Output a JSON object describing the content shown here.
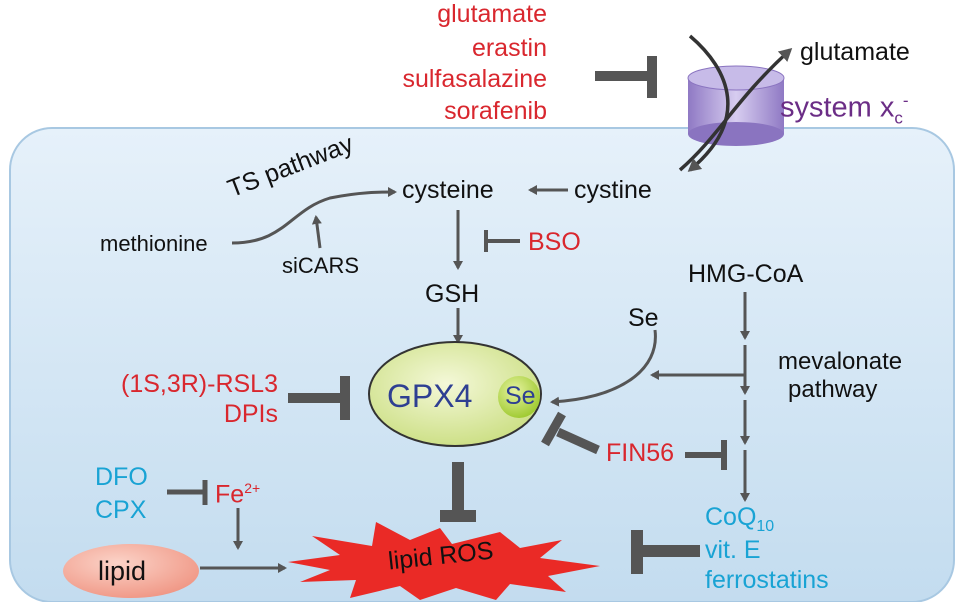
{
  "colors": {
    "inhibitor": "#d9272e",
    "protector": "#19a3d4",
    "text": "#111111",
    "transporter": "#6b2d86",
    "cell": "#cfe4f4",
    "arrow": "#555555"
  },
  "transporter": {
    "inhibitors": [
      "glutamate",
      "erastin",
      "sulfasalazine",
      "sorafenib"
    ],
    "export": "glutamate",
    "name": "system x",
    "sub": "c",
    "sup": "-"
  },
  "nodes": {
    "cysteine": "cysteine",
    "cystine": "cystine",
    "ts_pathway": "TS pathway",
    "methionine": "methionine",
    "sicars": "siCARS",
    "bso": "BSO",
    "gsh": "GSH",
    "hmg": "HMG-CoA",
    "se": "Se",
    "mevalonate": [
      "mevalonate",
      "pathway"
    ],
    "gpx4": "GPX4",
    "gpx4_se": "Se",
    "fin56": "FIN56",
    "rsl3": "(1S,3R)-RSL3",
    "dpis": "DPIs",
    "dfo": "DFO",
    "cpx": "CPX",
    "fe": "Fe",
    "fe_charge": "2+",
    "lipid": "lipid",
    "lipid_ros": "lipid ROS",
    "coq": "CoQ",
    "coq_sub": "10",
    "vite": "vit. E",
    "ferrostatins": "ferrostatins"
  }
}
